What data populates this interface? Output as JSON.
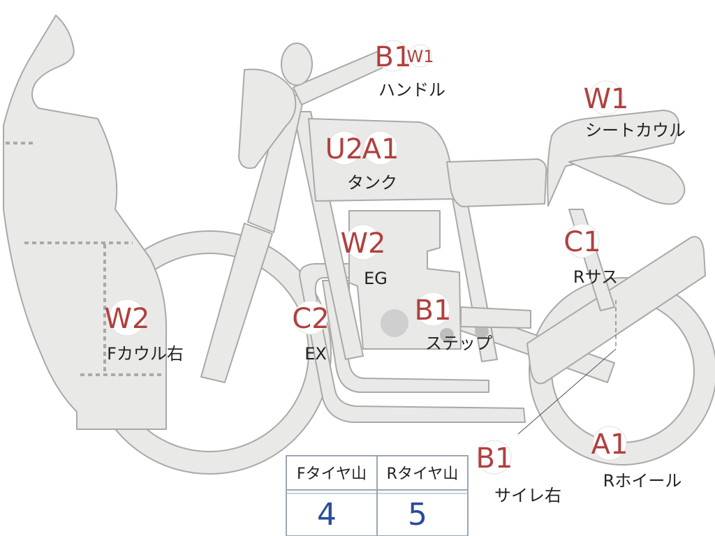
{
  "colors": {
    "body_fill": "#e9e9e7",
    "body_stroke": "#a9a9a9",
    "grade": "#b0403f",
    "value": "#2a4c9a",
    "badge_fill": "#ffffff"
  },
  "parts": [
    {
      "id": "handle",
      "grades": [
        "B1",
        "W1"
      ],
      "label": "ハンドル"
    },
    {
      "id": "seat-cowl",
      "grades": [
        "W1"
      ],
      "label": "シートカウル"
    },
    {
      "id": "tank",
      "grades": [
        "U2",
        "A1"
      ],
      "label": "タンク"
    },
    {
      "id": "engine",
      "grades": [
        "W2"
      ],
      "label": "EG"
    },
    {
      "id": "rear-suspension",
      "grades": [
        "C1"
      ],
      "label": "Rサス"
    },
    {
      "id": "front-cowl-right",
      "grades": [
        "W2"
      ],
      "label": "Fカウル右"
    },
    {
      "id": "exhaust",
      "grades": [
        "C2"
      ],
      "label": "EX"
    },
    {
      "id": "step",
      "grades": [
        "B1"
      ],
      "label": "ステップ"
    },
    {
      "id": "muffler-right",
      "grades": [
        "B1"
      ],
      "label": "サイレ右"
    },
    {
      "id": "rear-wheel",
      "grades": [
        "A1"
      ],
      "label": "Rホイール"
    }
  ],
  "tire_table": {
    "headers": [
      "Fタイヤ山",
      "Rタイヤ山"
    ],
    "values": [
      "4",
      "5"
    ]
  }
}
